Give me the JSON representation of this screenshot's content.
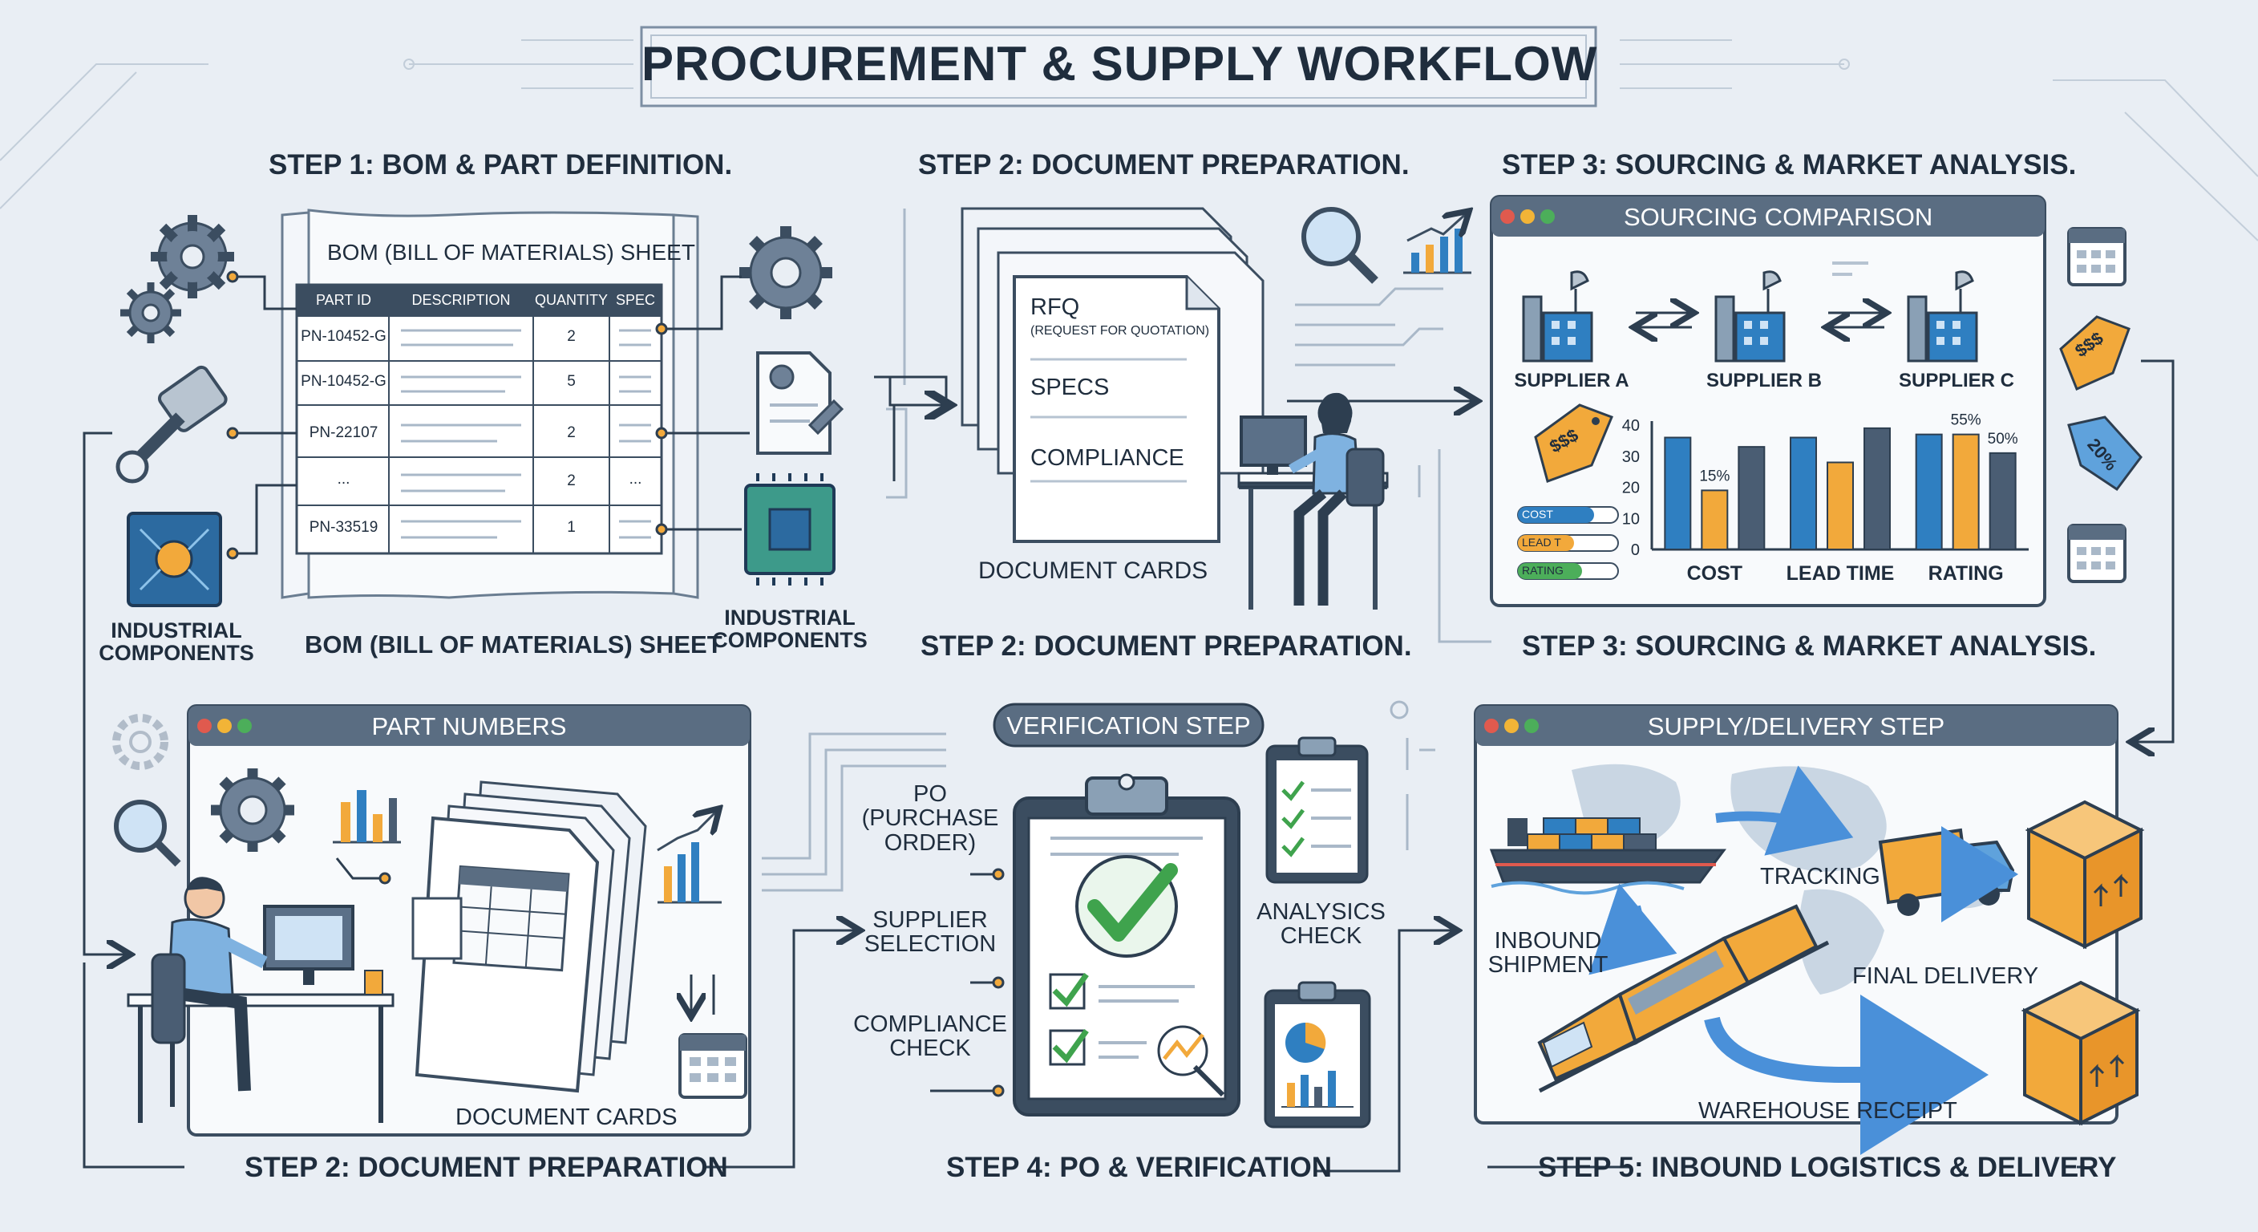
{
  "title": "PROCUREMENT & SUPPLY WORKFLOW",
  "step1": {
    "heading": "STEP 1: BOM & PART DEFINITION.",
    "sheet_title": "BOM (BILL OF MATERIALS) SHEET",
    "sheet_caption": "BOM (BILL OF MATERIALS) SHEET",
    "table_headers": [
      "PART ID",
      "DESCRIPTION",
      "QUANTITY",
      "SPEC"
    ],
    "rows": [
      {
        "part_id": "PN-10452-G",
        "qty": "2"
      },
      {
        "part_id": "PN-10452-G",
        "qty": "5"
      },
      {
        "part_id": "PN-22107",
        "qty": "2"
      },
      {
        "part_id": "...",
        "qty": "2",
        "spec": "..."
      },
      {
        "part_id": "PN-33519",
        "qty": "1"
      }
    ],
    "left_caption": "INDUSTRIAL COMPONENTS",
    "right_caption": "INDUSTRIAL COMPONENTS"
  },
  "step2_top": {
    "heading": "STEP 2: DOCUMENT PREPARATION.",
    "cards": [
      "RFQ",
      "(REQUEST FOR QUOTATION)",
      "SPECS",
      "COMPLIANCE"
    ],
    "cards_caption": "DOCUMENT CARDS",
    "caption": "STEP 2: DOCUMENT PREPARATION."
  },
  "step3": {
    "heading": "STEP 3: SOURCING & MARKET ANALYSIS.",
    "panel_title": "SOURCING COMPARISON",
    "suppliers": [
      "SUPPLIER A",
      "SUPPLIER B",
      "SUPPLIER C"
    ],
    "legend": [
      "COST",
      "LEAD T",
      "RATING"
    ],
    "caption": "STEP 3: SOURCING & MARKET ANALYSIS.",
    "price_tag": "$$$",
    "discount_tag": "20%"
  },
  "chart_data": {
    "type": "bar",
    "categories": [
      "COST",
      "LEAD TIME",
      "RATING"
    ],
    "yticks": [
      "0",
      "10",
      "20",
      "30",
      "40"
    ],
    "ylim": [
      0,
      40
    ],
    "series": [
      {
        "values": [
          36,
          36,
          37
        ],
        "color": "#2f7fc1"
      },
      {
        "values": [
          19,
          28,
          37
        ],
        "color": "#f2a93b"
      },
      {
        "values": [
          33,
          39,
          31
        ],
        "color": "#4a5d73"
      }
    ],
    "annotations": [
      "15%",
      "55%",
      "50%"
    ]
  },
  "step2_bottom": {
    "panel_title": "PART NUMBERS",
    "cards_caption": "DOCUMENT CARDS",
    "caption": "STEP 2: DOCUMENT PREPARATION"
  },
  "step4": {
    "panel_title": "VERIFICATION STEP",
    "labels": [
      "PO (PURCHASE ORDER)",
      "SUPPLIER SELECTION",
      "COMPLIANCE CHECK",
      "ANALYSICS CHECK"
    ],
    "caption": "STEP 4: PO & VERIFICATION"
  },
  "step5": {
    "panel_title": "SUPPLY/DELIVERY STEP",
    "labels": [
      "TRACKING",
      "INBOUND SHIPMENT",
      "FINAL DELIVERY",
      "WAREHOUSE RECEIPT"
    ],
    "caption": "STEP 5: INBOUND LOGISTICS & DELIVERY"
  },
  "colors": {
    "background": "#e9eef4",
    "navy": "#2d3e50",
    "blue": "#2f7fc1",
    "orange": "#f2a93b",
    "green": "#3fa34d",
    "panel_header": "#5a6d82"
  }
}
